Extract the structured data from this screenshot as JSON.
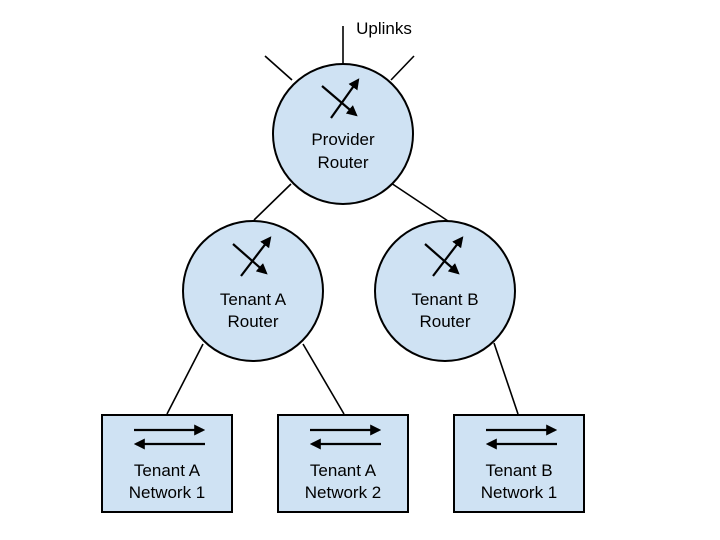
{
  "uplinks_label": "Uplinks",
  "routers": {
    "provider": {
      "line1": "Provider",
      "line2": "Router",
      "icon": "router-icon"
    },
    "tenant_a": {
      "line1": "Tenant A",
      "line2": "Router",
      "icon": "router-icon"
    },
    "tenant_b": {
      "line1": "Tenant B",
      "line2": "Router",
      "icon": "router-icon"
    }
  },
  "networks": {
    "a1": {
      "line1": "Tenant A",
      "line2": "Network 1",
      "icon": "switch-icon"
    },
    "a2": {
      "line1": "Tenant A",
      "line2": "Network 2",
      "icon": "switch-icon"
    },
    "b1": {
      "line1": "Tenant B",
      "line2": "Network 1",
      "icon": "switch-icon"
    }
  },
  "colors": {
    "node_fill": "#cfe2f3",
    "stroke": "#000000"
  }
}
